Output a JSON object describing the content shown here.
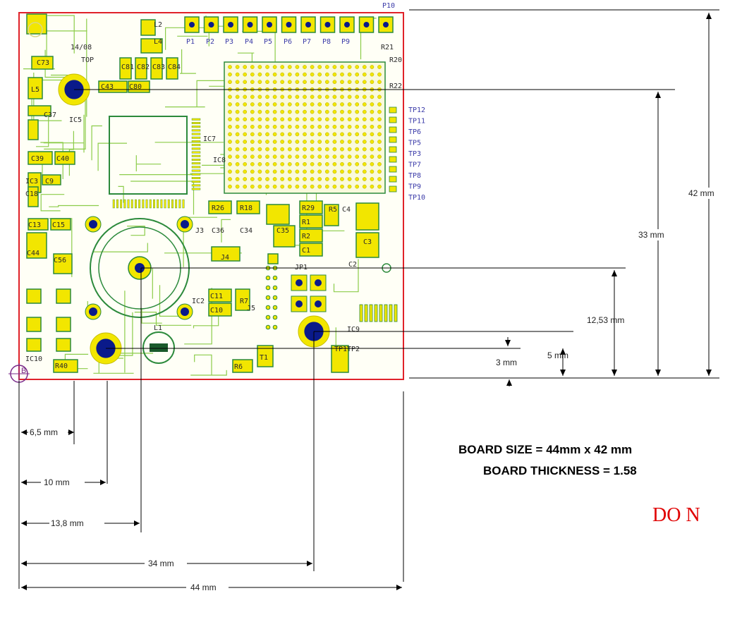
{
  "board": {
    "outline_color": "#e0222a",
    "trace_color": "#8ccc4a",
    "pad_color": "#f2e600",
    "copper_color": "#2c8a3c",
    "hole_color": "#0a1a8a",
    "layer_text": "14/08",
    "layer_side": "TOP",
    "origin_marker": "B"
  },
  "reference_designators": {
    "connectors": [
      "P1",
      "P2",
      "P3",
      "P4",
      "P5",
      "P6",
      "P7",
      "P8",
      "P9",
      "P10"
    ],
    "test_points": [
      "TP12",
      "TP11",
      "TP6",
      "TP5",
      "TP3",
      "TP7",
      "TP8",
      "TP9",
      "TP10"
    ],
    "components": [
      "L2",
      "L4",
      "C73",
      "C81",
      "C82",
      "C83",
      "C84",
      "L5",
      "C43",
      "C80",
      "R21",
      "R20",
      "R22",
      "C37",
      "IC5",
      "C39",
      "C40",
      "IC3",
      "C9",
      "C18",
      "C13",
      "C15",
      "C44",
      "C56",
      "IC7",
      "IC8",
      "R26",
      "R18",
      "R29",
      "R5",
      "R1",
      "R2",
      "C1",
      "C35",
      "C34",
      "C36",
      "C3",
      "C4",
      "J3",
      "J4",
      "JP1",
      "C2",
      "C11",
      "C10",
      "R7",
      "IC2",
      "J5",
      "L1",
      "R6",
      "T1",
      "IC10",
      "R40",
      "IC9",
      "TP1",
      "TP2"
    ]
  },
  "dimensions": {
    "vertical": [
      "42 mm",
      "33 mm",
      "12,53 mm",
      "5 mm",
      "3 mm"
    ],
    "horizontal": [
      "6,5 mm",
      "10 mm",
      "13,8 mm",
      "34 mm",
      "44 mm"
    ]
  },
  "notes": {
    "board_size": "BOARD SIZE = 44mm x 42 mm",
    "board_thickness": "BOARD THICKNESS = 1.58",
    "warning": "DO N"
  }
}
